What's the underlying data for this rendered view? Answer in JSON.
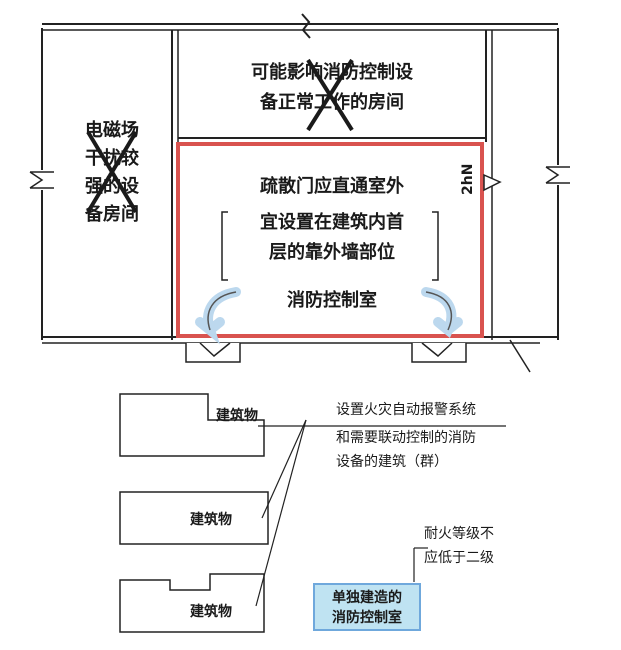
{
  "upper_plan": {
    "room_top_label": [
      "可能影响消防控制设",
      "备正常工作的房间"
    ],
    "room_left_label": [
      "电磁场",
      "干扰较",
      "强的设",
      "备房间"
    ],
    "control_room_note": [
      "疏散门应直通室外",
      "宜设置在建筑内首",
      "层的靠外墙部位"
    ],
    "control_room_name": "消防控制室",
    "wall_marker": "2hN"
  },
  "lower_diagram": {
    "buildings": [
      "建筑物",
      "建筑物",
      "建筑物"
    ],
    "alarm_note": [
      "设置火灾自动报警系统",
      "和需要联动控制的消防",
      "设备的建筑（群）"
    ],
    "fire_rating_note": [
      "耐火等级不",
      "应低于二级"
    ],
    "standalone_room": [
      "单独建造的",
      "消防控制室"
    ]
  },
  "colors": {
    "line": "#222222",
    "red_wall": "#d9534f",
    "wall_fill": "#e8e8e8",
    "flow_arrow": "#cfe2f3",
    "highlight_fill": "#bfe3f2",
    "highlight_border": "#6fa8dc"
  }
}
